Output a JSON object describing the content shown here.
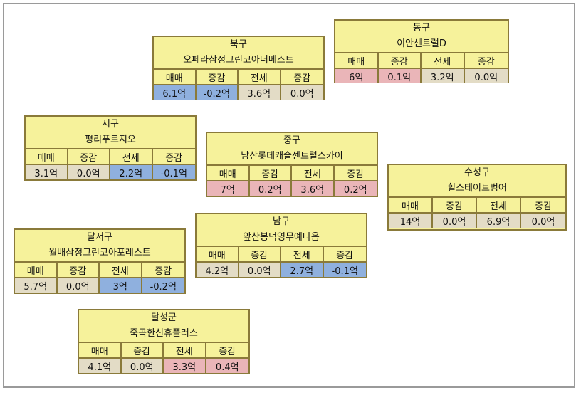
{
  "headers": [
    "매매",
    "증감",
    "전세",
    "증감"
  ],
  "cards": {
    "bukgu": {
      "district": "북구",
      "apt": "오페라삼정그린코아더베스트",
      "values": [
        "6.1억",
        "-0.2억",
        "3.6억",
        "0.0억"
      ],
      "tones": [
        "blue",
        "blue",
        "neutral",
        "neutral"
      ]
    },
    "donggu": {
      "district": "동구",
      "apt": "이안센트럴D",
      "values": [
        "6억",
        "0.1억",
        "3.2억",
        "0.0억"
      ],
      "tones": [
        "pink",
        "pink",
        "neutral",
        "neutral"
      ]
    },
    "seogu": {
      "district": "서구",
      "apt": "평리푸르지오",
      "values": [
        "3.1억",
        "0.0억",
        "2.2억",
        "-0.1억"
      ],
      "tones": [
        "neutral",
        "neutral",
        "blue",
        "blue"
      ]
    },
    "junggu": {
      "district": "중구",
      "apt": "남산롯데캐슬센트럴스카이",
      "values": [
        "7억",
        "0.2억",
        "3.6억",
        "0.2억"
      ],
      "tones": [
        "pink",
        "pink",
        "pink",
        "pink"
      ]
    },
    "suseonggu": {
      "district": "수성구",
      "apt": "힐스테이트범어",
      "values": [
        "14억",
        "0.0억",
        "6.9억",
        "0.0억"
      ],
      "tones": [
        "neutral",
        "neutral",
        "neutral",
        "neutral"
      ]
    },
    "namgu": {
      "district": "남구",
      "apt": "앞산봉덕영무예다음",
      "values": [
        "4.2억",
        "0.0억",
        "2.7억",
        "-0.1억"
      ],
      "tones": [
        "neutral",
        "neutral",
        "blue",
        "blue"
      ]
    },
    "dalseogu": {
      "district": "달서구",
      "apt": "월배삼정그린코아포레스트",
      "values": [
        "5.7억",
        "0.0억",
        "3억",
        "-0.2억"
      ],
      "tones": [
        "neutral",
        "neutral",
        "blue",
        "blue"
      ]
    },
    "dalseonggun": {
      "district": "달성군",
      "apt": "죽곡한신휴플러스",
      "values": [
        "4.1억",
        "0.0억",
        "3.3억",
        "0.4억"
      ],
      "tones": [
        "neutral",
        "neutral",
        "pink",
        "pink"
      ]
    }
  },
  "colors": {
    "card_bg": "#f6f29b",
    "border": "#8a7a3a",
    "neutral": "#e3dcc6",
    "up": "#eab5b8",
    "down": "#8fb0de"
  }
}
